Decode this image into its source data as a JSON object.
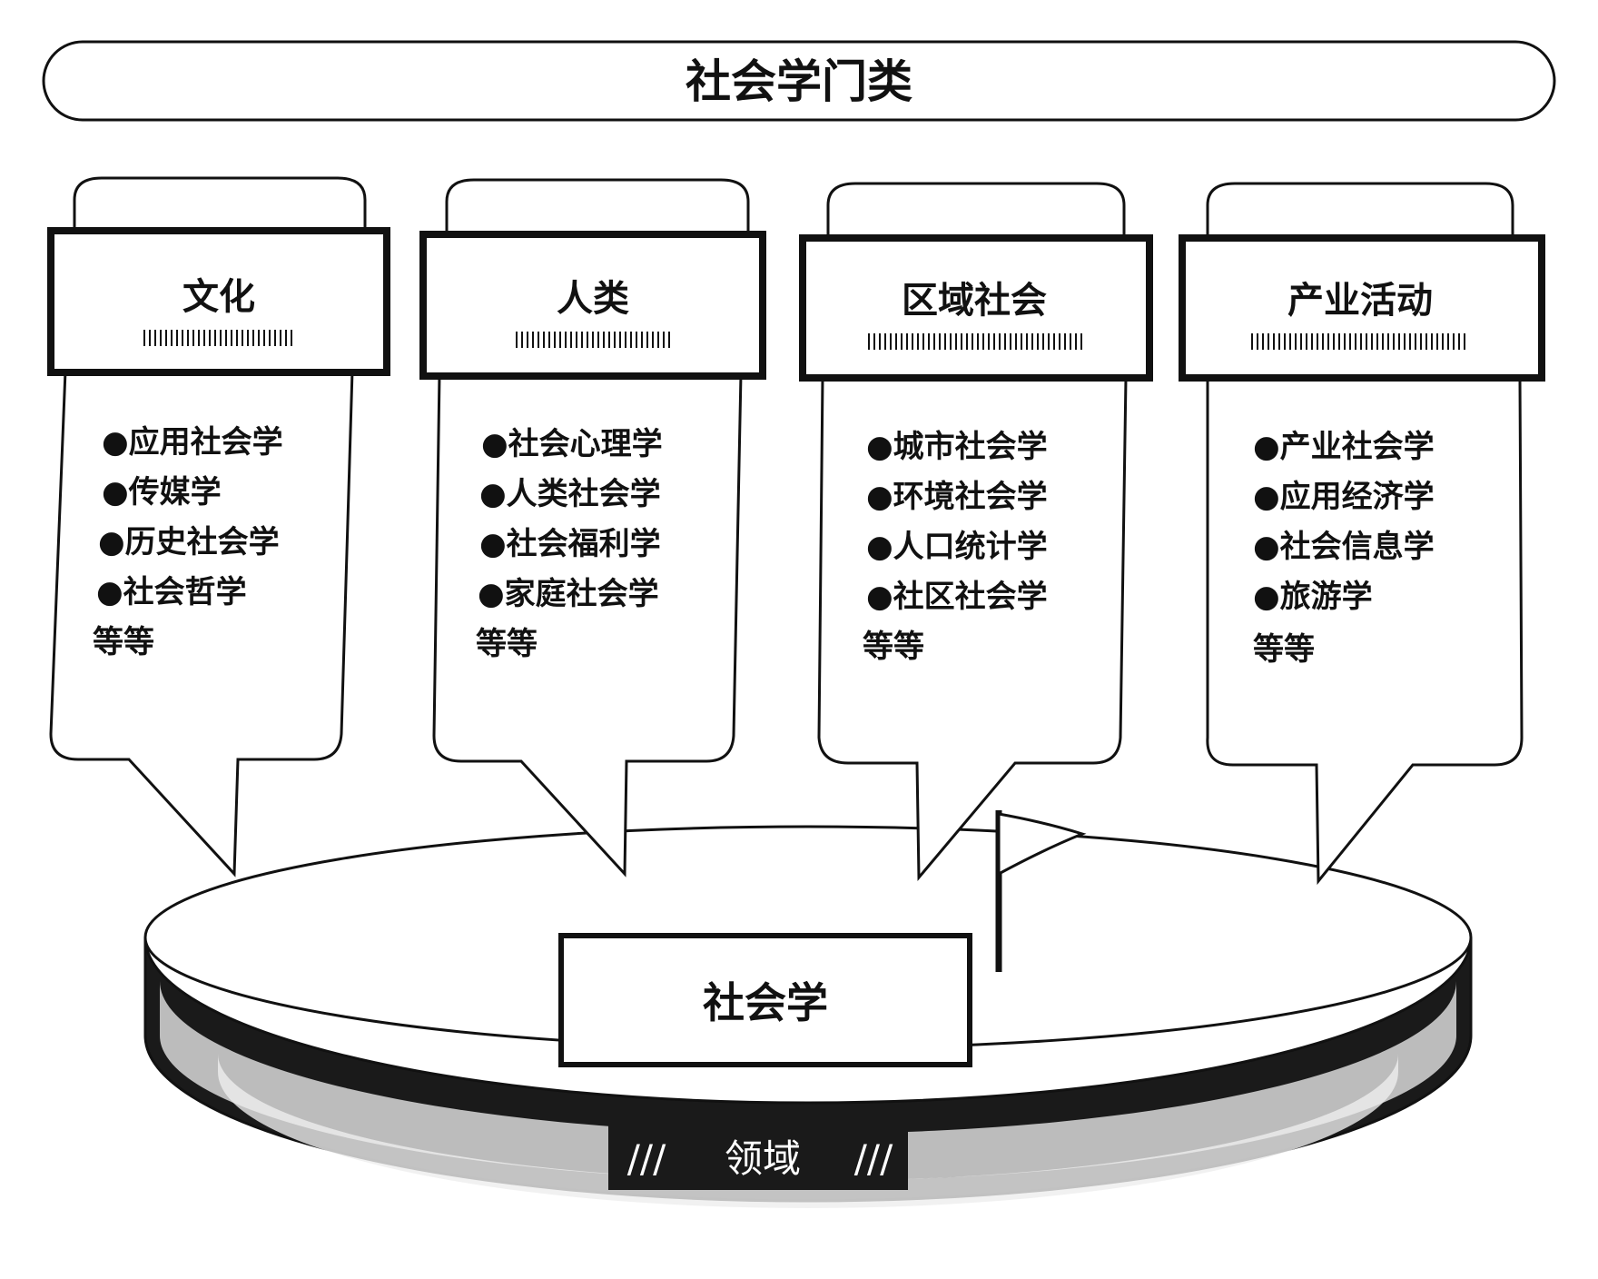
{
  "title": "社会学门类",
  "categories": [
    {
      "header": "文化",
      "items": [
        "●应用社会学",
        "●传媒学",
        "●历史社会学",
        "●社会哲学"
      ],
      "etc": "等等"
    },
    {
      "header": "人类",
      "items": [
        "●社会心理学",
        "●人类社会学",
        "●社会福利学",
        "●家庭社会学"
      ],
      "etc": "等等"
    },
    {
      "header": "区域社会",
      "items": [
        "●城市社会学",
        "●环境社会学",
        "●人口统计学",
        "●社区社会学"
      ],
      "etc": "等等"
    },
    {
      "header": "产业活动",
      "items": [
        "●产业社会学",
        "●应用经济学",
        "●社会信息学",
        "●旅游学"
      ],
      "etc": "等等"
    }
  ],
  "base": {
    "label": "社会学",
    "band_label": "领域",
    "band_marks": "///"
  }
}
